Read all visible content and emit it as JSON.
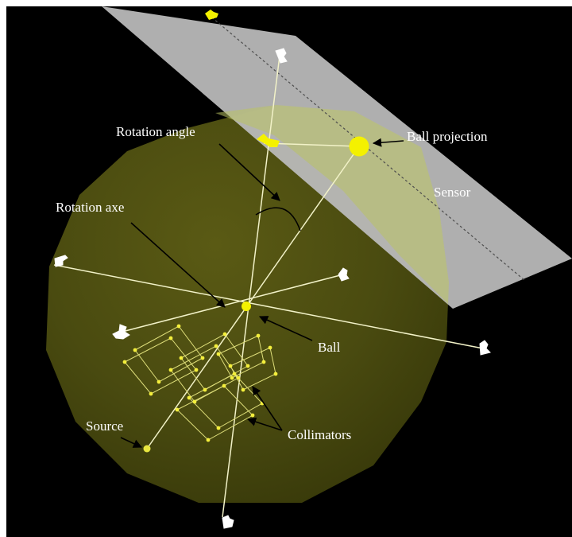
{
  "labels": {
    "rotation_angle": "Rotation angle",
    "ball_projection": "Ball projection",
    "sensor": "Sensor",
    "rotation_axe": "Rotation axe",
    "ball": "Ball",
    "source": "Source",
    "collimators": "Collimators"
  },
  "colors": {
    "background": "#000000",
    "sphere": "#4b4c0e",
    "sensor_plane": "#b9b9b9",
    "ball": "#f4f100",
    "lines": "#f2f2c8",
    "collimator": "#e6e65a",
    "text": "#ffffff"
  }
}
